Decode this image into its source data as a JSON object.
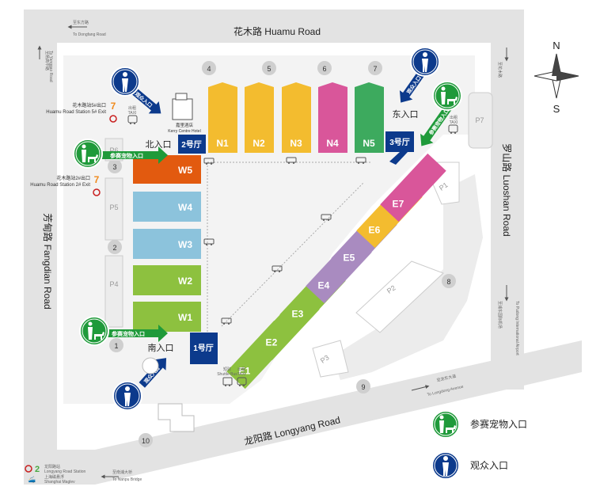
{
  "roads": {
    "north": "花木路 Huamu Road",
    "east": "罗山路 Luoshan Road",
    "west": "芳甸路 Fangdian Road",
    "south": "龙阳路 Longyang Road",
    "to_dongfang": "至东方路",
    "to_dongfang_en": "To Dongfang Road",
    "to_yanggao": "至杨高中路",
    "to_yanggao_en": "To Yanggao Road",
    "to_huamu": "至花木路",
    "to_pudong_airport": "至浦东国际机场",
    "to_pudong_airport_en": "To Pudong International Airport",
    "to_longdong": "至龙东大道",
    "to_longdong_en": "To Longdong Avenue",
    "to_nanpu": "至南浦大桥",
    "to_nanpu_en": "To Nanpu Bridge"
  },
  "compass": {
    "n": "N",
    "s": "S"
  },
  "halls": {
    "n1": "N1",
    "n2": "N2",
    "n3": "N3",
    "n4": "N4",
    "n5": "N5",
    "w1": "W1",
    "w2": "W2",
    "w3": "W3",
    "w4": "W4",
    "w5": "W5",
    "e1": "E1",
    "e2": "E2",
    "e3": "E3",
    "e4": "E4",
    "e5": "E5",
    "e6": "E6",
    "e7": "E7"
  },
  "lobbies": {
    "h1": "1号厅",
    "h2": "2号厅",
    "h3": "3号厅"
  },
  "entrances": {
    "north": "北入口",
    "east": "东入口",
    "south": "南入口",
    "visitor": "观众入口",
    "pet": "参赛宠物入口"
  },
  "parking": {
    "p1": "P1",
    "p2": "P2",
    "p3": "P3",
    "p4": "P4",
    "p5": "P5",
    "p6": "P6",
    "p7": "P7"
  },
  "gates": [
    "1",
    "2",
    "3",
    "4",
    "5",
    "6",
    "7",
    "8",
    "9",
    "10"
  ],
  "hotel": {
    "cn": "嘉里酒店",
    "en": "Kerry Centre Hotel"
  },
  "metro": {
    "line": "7",
    "exit5_cn": "花木路站5#出口",
    "exit5_en": "Huamu Road Station 5# Exit",
    "exit2_cn": "花木路站2#出口",
    "exit2_en": "Huamu Road Station 2# Exit",
    "line2": "2",
    "longyang_cn": "龙阳路站",
    "longyang_en": "Longyang Road Station",
    "maglev_cn": "上海磁悬浮",
    "maglev_en": "Shanghai Maglev"
  },
  "taxi": {
    "cn": "出租",
    "en": "TAXI"
  },
  "shuttle": {
    "cn": "短驳",
    "en": "Shuttle Bus"
  },
  "legend": {
    "pet": "参赛宠物入口",
    "visitor": "观众入口"
  },
  "colors": {
    "road": "#e3e3e3",
    "yellow": "#f3bc2f",
    "pink": "#d9569a",
    "green": "#3daa5e",
    "lime": "#8dc13f",
    "blue": "#8cc3dc",
    "orange": "#e25a0f",
    "purple": "#a98bc0",
    "navy": "#0c3a8c",
    "petgreen": "#1f9a3a"
  }
}
